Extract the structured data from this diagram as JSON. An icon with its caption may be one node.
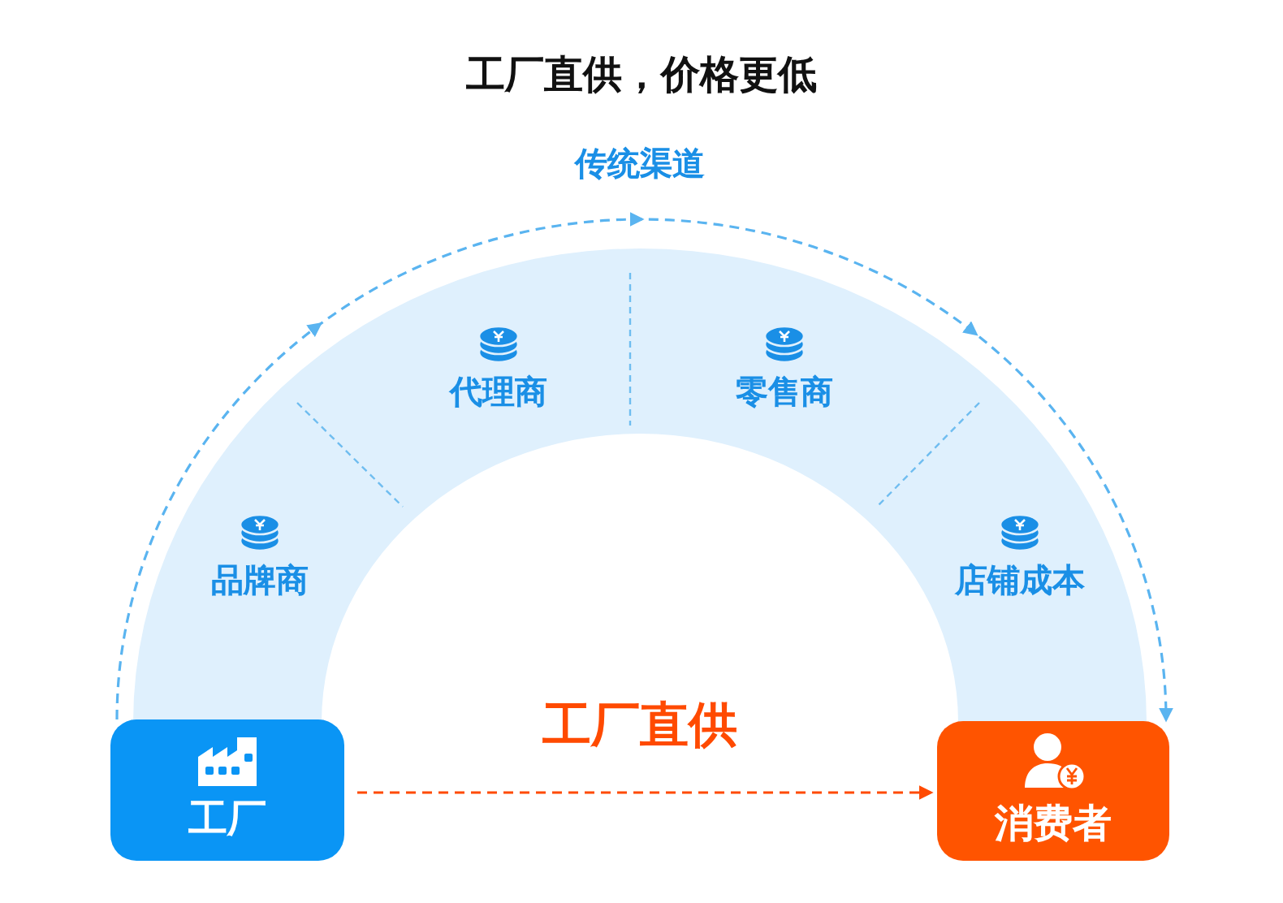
{
  "diagram": {
    "title": "工厂直供，价格更低",
    "nodes": [
      {
        "text": [
          "工厂"
        ]
      },
      {
        "text": [
          "消费者"
        ]
      },
      {
        "text": [
          "品牌商"
        ]
      },
      {
        "text": [
          "代理商"
        ]
      },
      {
        "text": [
          "零售商"
        ]
      },
      {
        "text": [
          "店铺成本"
        ]
      }
    ],
    "edges": [
      {
        "from": 0,
        "to": 1,
        "arrow": "to",
        "label": "传统渠道",
        "style": "dashed",
        "color": "#5ab4f0"
      },
      {
        "from": 0,
        "to": 1,
        "arrow": "to",
        "label": "工厂直供",
        "style": "dashed",
        "color": "#ff4a00"
      }
    ]
  }
}
